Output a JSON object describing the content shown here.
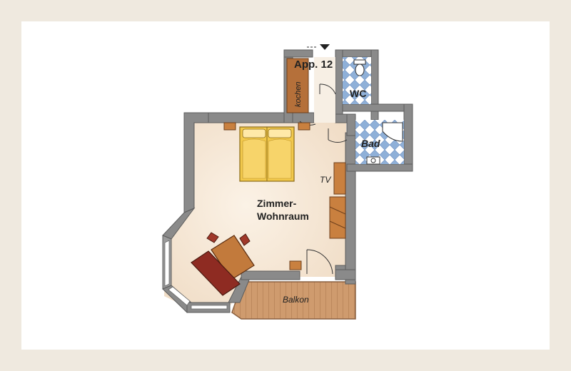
{
  "plan": {
    "apartment_label": "App. 12",
    "rooms": {
      "kitchen": "kochen",
      "wc": "WC",
      "bath": "Bad",
      "tv": "TV",
      "living_line1": "Zimmer-",
      "living_line2": "Wohnraum",
      "balcony": "Balkon"
    }
  },
  "colors": {
    "background": "#efe9df",
    "wall": "#8a8a8a",
    "floor": "#f6e9d9",
    "bed": "#f2c94c",
    "kitchen": "#b5703a",
    "table": "#a0382a",
    "tile": "#8fb0d8",
    "balcony": "#c9956a"
  }
}
